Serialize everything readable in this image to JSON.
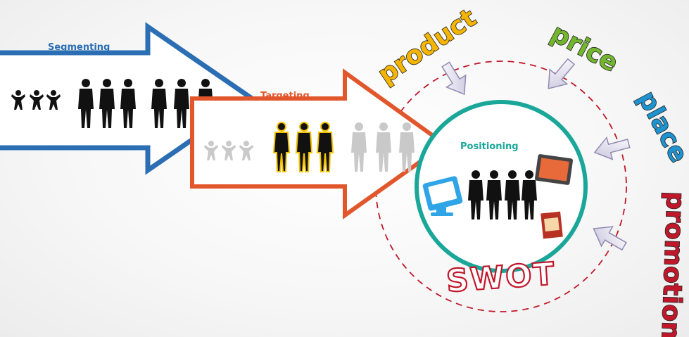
{
  "labels": {
    "segmenting": "Segmenting",
    "targeting": "Targeting",
    "positioning": "Positioning",
    "product": "product",
    "price": "price",
    "place": "place",
    "promotion": "promotion",
    "swot": "SWOT"
  },
  "colors": {
    "segmenting_arrow": "#2b6eb3",
    "targeting_arrow": "#e2562c",
    "positioning_circle": "#1aa79a",
    "swot_circle": "#c0182a",
    "product": "#f4b400",
    "price": "#73b62e",
    "place": "#1e93cf",
    "promotion": "#c0182a"
  },
  "icons": [
    "people-silhouettes",
    "gold-outlined-people",
    "faded-people",
    "computer-monitor-icon",
    "tablet-screen-icon",
    "product-box-icon",
    "input-arrow-icon"
  ]
}
